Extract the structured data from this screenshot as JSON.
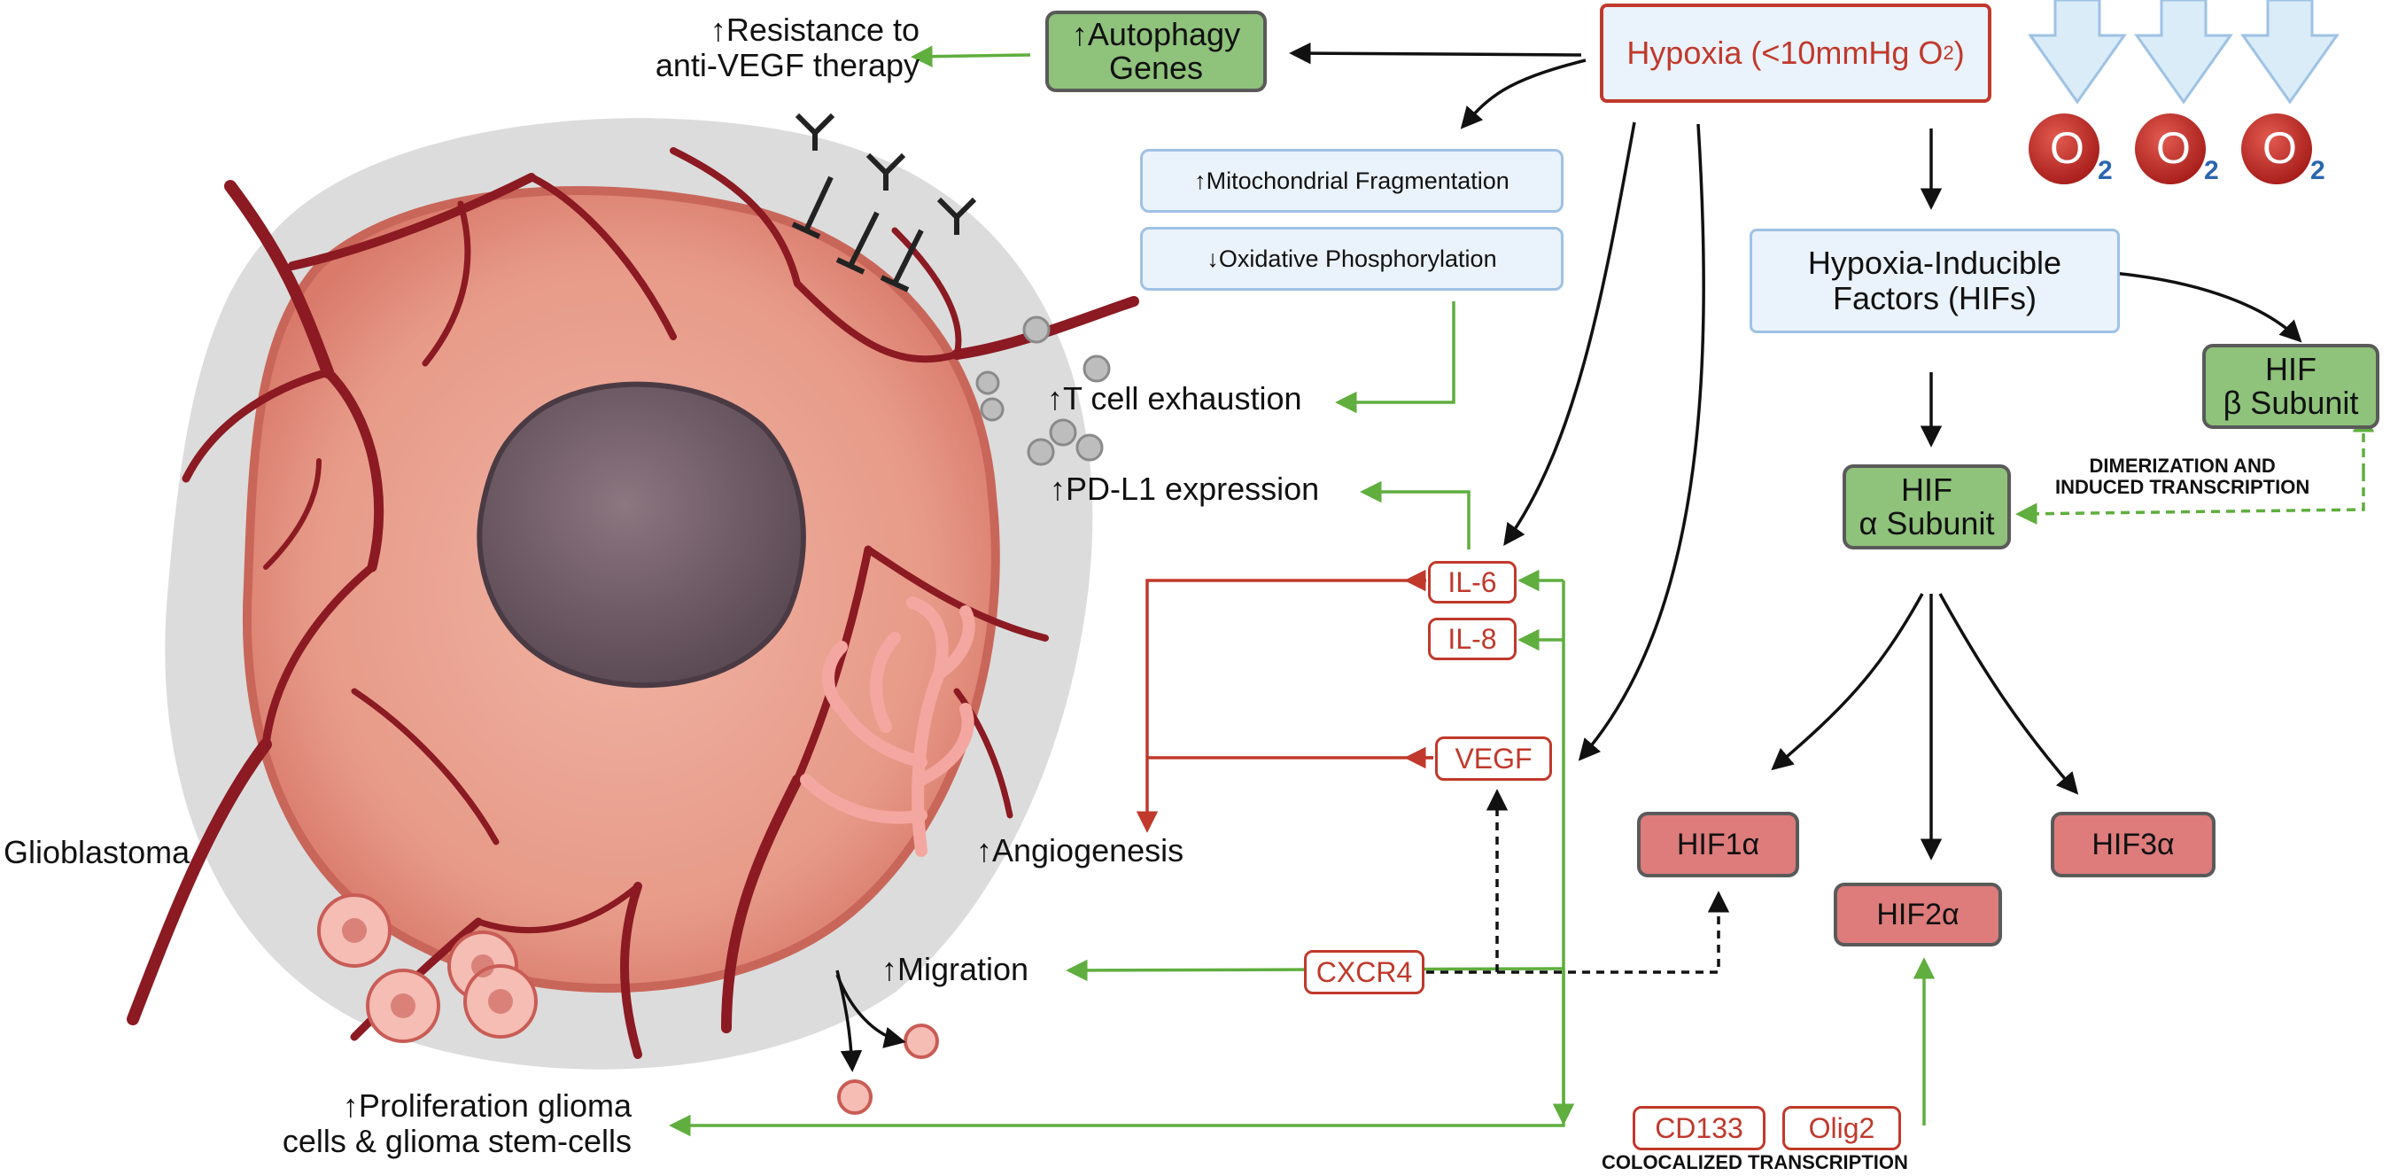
{
  "labels": {
    "resistance": "↑Resistance to\nanti-VEGF therapy",
    "autophagy": "↑Autophagy\nGenes",
    "hypoxia": "Hypoxia (<10mmHg O",
    "hypoxia_sub": "2",
    "hypoxia_close": ")",
    "mito": "↑Mitochondrial Fragmentation",
    "oxphos": "↓Oxidative Phosphorylation",
    "hifs": "Hypoxia-Inducible\nFactors (HIFs)",
    "hif_beta": "HIF\nβ Subunit",
    "hif_alpha": "HIF\nα Subunit",
    "dimer": "DIMERIZATION AND\nINDUCED TRANSCRIPTION",
    "tcell": "↑T cell exhaustion",
    "pdl1": "↑PD-L1 expression",
    "il6": "IL-6",
    "il8": "IL-8",
    "vegf": "VEGF",
    "angio": "↑Angiogenesis",
    "glioblastoma": "Glioblastoma",
    "hif1": "HIF1α",
    "hif2": "HIF2α",
    "hif3": "HIF3α",
    "migration": "↑Migration",
    "cxcr4": "CXCR4",
    "prolif": "↑Proliferation glioma\ncells & glioma stem-cells",
    "cd133": "CD133",
    "olig2": "Olig2",
    "coloc": "COLOCALIZED TRANSCRIPTION",
    "o2_letter": "O",
    "o2_sub": "2"
  },
  "colors": {
    "green_box": "#8fc27b",
    "blue_box": "#eaf2fb",
    "red_box": "#de7b7b",
    "red_text": "#c0392b",
    "green_arrow": "#5fae3e",
    "red_arrow": "#c0392b",
    "vessel": "#8b1a22",
    "tumor": "#e99a8a",
    "nucleus": "#6f5c66",
    "o2_ball": "#c62f2b",
    "o2_arrow": "#d9ecf8"
  },
  "icons": [
    "antibody-icon",
    "t-cell-icon",
    "tumor-cell-icon",
    "o2-molecule-icon",
    "down-arrow-icon"
  ]
}
